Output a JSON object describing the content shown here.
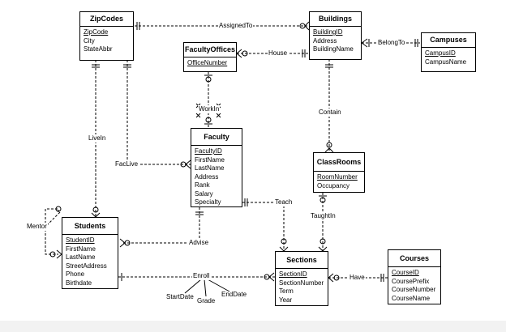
{
  "entities": {
    "zipcodes": {
      "title": "ZipCodes",
      "attrs": [
        {
          "name": "ZipCode",
          "pk": true
        },
        {
          "name": "City",
          "pk": false
        },
        {
          "name": "StateAbbr",
          "pk": false
        }
      ]
    },
    "buildings": {
      "title": "Buildings",
      "attrs": [
        {
          "name": "BuildingID",
          "pk": true
        },
        {
          "name": "Address",
          "pk": false
        },
        {
          "name": "BuildingName",
          "pk": false
        }
      ]
    },
    "campuses": {
      "title": "Campuses",
      "attrs": [
        {
          "name": "CampusID",
          "pk": true
        },
        {
          "name": "CampusName",
          "pk": false
        }
      ]
    },
    "facultyoffices": {
      "title": "FacultyOffices",
      "attrs": [
        {
          "name": "OfficeNumber",
          "pk": true
        }
      ]
    },
    "faculty": {
      "title": "Faculty",
      "attrs": [
        {
          "name": "FacultyID",
          "pk": true
        },
        {
          "name": "FirstName",
          "pk": false
        },
        {
          "name": "LastName",
          "pk": false
        },
        {
          "name": "Address",
          "pk": false
        },
        {
          "name": "Rank",
          "pk": false
        },
        {
          "name": "Salary",
          "pk": false
        },
        {
          "name": "Specialty",
          "pk": false
        }
      ]
    },
    "classrooms": {
      "title": "ClassRooms",
      "attrs": [
        {
          "name": "RoomNumber",
          "pk": true
        },
        {
          "name": "Occupancy",
          "pk": false
        }
      ]
    },
    "students": {
      "title": "Students",
      "attrs": [
        {
          "name": "StudentID",
          "pk": true
        },
        {
          "name": "FirstName",
          "pk": false
        },
        {
          "name": "LastName",
          "pk": false
        },
        {
          "name": "StreetAddress",
          "pk": false
        },
        {
          "name": "Phone",
          "pk": false
        },
        {
          "name": "Birthdate",
          "pk": false
        }
      ]
    },
    "sections": {
      "title": "Sections",
      "attrs": [
        {
          "name": "SectionID",
          "pk": true
        },
        {
          "name": "SectionNumber",
          "pk": false
        },
        {
          "name": "Term",
          "pk": false
        },
        {
          "name": "Year",
          "pk": false
        }
      ]
    },
    "courses": {
      "title": "Courses",
      "attrs": [
        {
          "name": "CourseID",
          "pk": true
        },
        {
          "name": "CoursePrefix",
          "pk": false
        },
        {
          "name": "CourseNumber",
          "pk": false
        },
        {
          "name": "CourseName",
          "pk": false
        }
      ]
    }
  },
  "relationships": {
    "assigned_to": "AssignedTo",
    "belong_to": "BelongTo",
    "house": "House",
    "contain": "Contain",
    "work_in": "WorkIn",
    "live_in": "LiveIn",
    "fac_live": "FacLive",
    "teach": "Teach",
    "taught_in": "TaughtIn",
    "mentor": "Mentor",
    "advise": "Advise",
    "enroll": "Enroll",
    "have": "Have"
  },
  "enroll_attributes": {
    "start_date": "StartDate",
    "grade": "Grade",
    "end_date": "EndDate"
  }
}
